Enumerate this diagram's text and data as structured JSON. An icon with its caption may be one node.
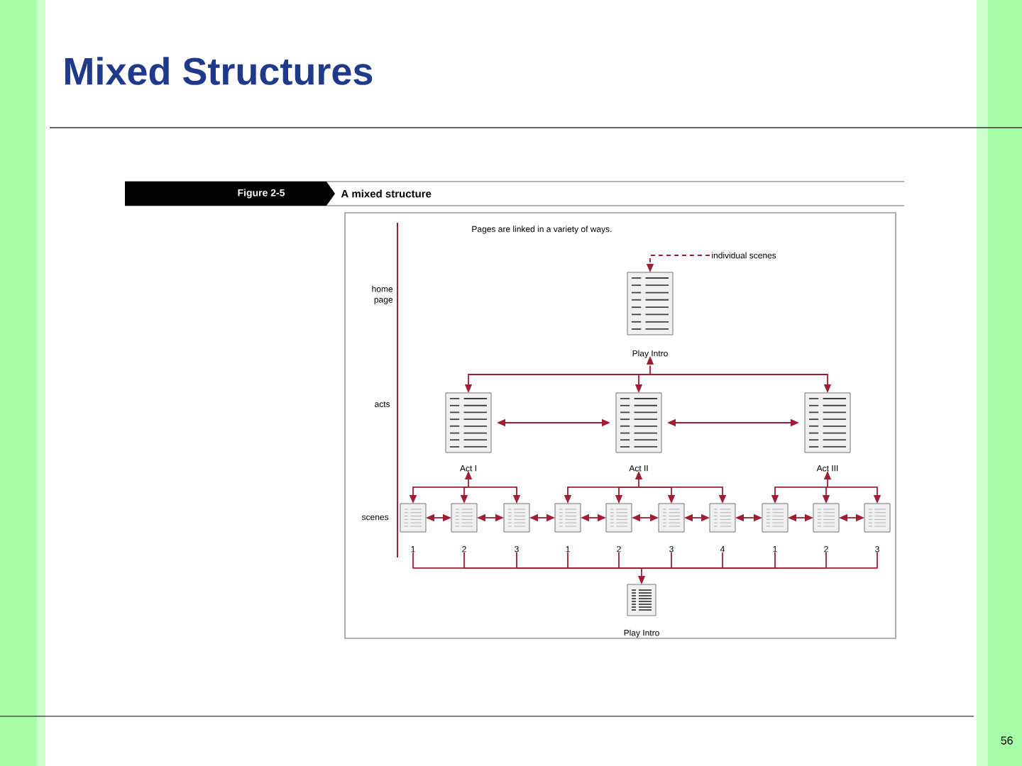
{
  "diagram": {
    "title": "Mixed Structures",
    "nodes": [
      {
        "text": [
          "Play Intro"
        ]
      },
      {
        "text": [
          "Act I"
        ]
      },
      {
        "text": [
          "Act II"
        ]
      },
      {
        "text": [
          "Act III"
        ]
      },
      {
        "text": [
          "1"
        ]
      },
      {
        "text": [
          "2"
        ]
      },
      {
        "text": [
          "3"
        ]
      },
      {
        "text": [
          "1"
        ]
      },
      {
        "text": [
          "2"
        ]
      },
      {
        "text": [
          "3"
        ]
      },
      {
        "text": [
          "4"
        ]
      },
      {
        "text": [
          "1"
        ]
      },
      {
        "text": [
          "2"
        ]
      },
      {
        "text": [
          "3"
        ]
      },
      {
        "text": [
          "Play Intro"
        ]
      },
      {
        "text": [
          "individual scenes"
        ]
      }
    ],
    "edges": [
      {
        "from": 0,
        "to": 1,
        "arrow": "both"
      },
      {
        "from": 0,
        "to": 2,
        "arrow": "both"
      },
      {
        "from": 0,
        "to": 3,
        "arrow": "both"
      },
      {
        "from": 1,
        "to": 2,
        "arrow": "both"
      },
      {
        "from": 2,
        "to": 3,
        "arrow": "both"
      },
      {
        "from": 1,
        "to": 4,
        "arrow": "both"
      },
      {
        "from": 1,
        "to": 5,
        "arrow": "both"
      },
      {
        "from": 1,
        "to": 6,
        "arrow": "both"
      },
      {
        "from": 2,
        "to": 7,
        "arrow": "both"
      },
      {
        "from": 2,
        "to": 8,
        "arrow": "both"
      },
      {
        "from": 2,
        "to": 9,
        "arrow": "both"
      },
      {
        "from": 2,
        "to": 10,
        "arrow": "both"
      },
      {
        "from": 3,
        "to": 11,
        "arrow": "both"
      },
      {
        "from": 3,
        "to": 12,
        "arrow": "both"
      },
      {
        "from": 3,
        "to": 13,
        "arrow": "both"
      },
      {
        "from": 4,
        "to": 5,
        "arrow": "both"
      },
      {
        "from": 5,
        "to": 6,
        "arrow": "both"
      },
      {
        "from": 6,
        "to": 7,
        "arrow": "both"
      },
      {
        "from": 7,
        "to": 8,
        "arrow": "both"
      },
      {
        "from": 8,
        "to": 9,
        "arrow": "both"
      },
      {
        "from": 9,
        "to": 10,
        "arrow": "both"
      },
      {
        "from": 10,
        "to": 11,
        "arrow": "both"
      },
      {
        "from": 11,
        "to": 12,
        "arrow": "both"
      },
      {
        "from": 12,
        "to": 13,
        "arrow": "both"
      },
      {
        "from": 4,
        "to": 14,
        "arrow": "to"
      },
      {
        "from": 5,
        "to": 14,
        "arrow": "to"
      },
      {
        "from": 6,
        "to": 14,
        "arrow": "to"
      },
      {
        "from": 7,
        "to": 14,
        "arrow": "to"
      },
      {
        "from": 8,
        "to": 14,
        "arrow": "to"
      },
      {
        "from": 9,
        "to": 14,
        "arrow": "to"
      },
      {
        "from": 10,
        "to": 14,
        "arrow": "to"
      },
      {
        "from": 11,
        "to": 14,
        "arrow": "to"
      },
      {
        "from": 12,
        "to": 14,
        "arrow": "to"
      },
      {
        "from": 13,
        "to": 14,
        "arrow": "to"
      },
      {
        "from": 15,
        "to": 0,
        "arrow": "to",
        "style": "dashed"
      }
    ],
    "labels": [
      "Figure 2-5",
      "A mixed structure",
      "Pages are linked in a variety of ways.",
      "home page",
      "acts",
      "scenes",
      "56"
    ]
  }
}
